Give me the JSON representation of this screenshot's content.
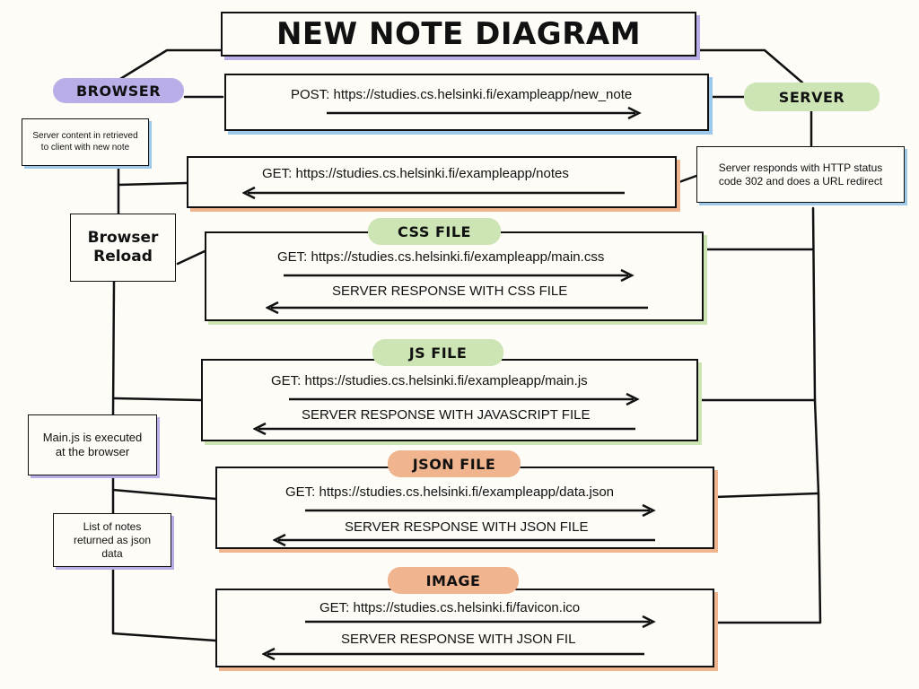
{
  "title": "NEW NOTE DIAGRAM",
  "labels": {
    "browser": "BROWSER",
    "server": "SERVER",
    "css_file": "CSS FILE",
    "js_file": "JS FILE",
    "json_file": "JSON FILE",
    "image": "IMAGE"
  },
  "notes": {
    "server_content": "Server content in retrieved to client with new note",
    "browser_reload": "Browser Reload",
    "server_responds": "Server responds with HTTP status code 302 and does a URL redirect",
    "main_js_executed": "Main.js is executed at the browser",
    "list_of_notes": "List of notes returned as json data"
  },
  "requests": {
    "post_new_note": "POST: https://studies.cs.helsinki.fi/exampleapp/new_note",
    "get_notes": "GET: https://studies.cs.helsinki.fi/exampleapp/notes",
    "get_css": "GET: https://studies.cs.helsinki.fi/exampleapp/main.css",
    "css_response": "SERVER RESPONSE WITH CSS FILE",
    "get_js": "GET: https://studies.cs.helsinki.fi/exampleapp/main.js",
    "js_response": "SERVER RESPONSE WITH JAVASCRIPT FILE",
    "get_json": "GET: https://studies.cs.helsinki.fi/exampleapp/data.json",
    "json_response": "SERVER RESPONSE WITH JSON FILE",
    "get_favicon": "GET: https://studies.cs.helsinki.fi/favicon.ico",
    "favicon_response": "SERVER RESPONSE WITH JSON FIL"
  },
  "colors": {
    "background": "#fdfcf7",
    "browser_accent": "#b9aee8",
    "server_accent": "#cde5b4",
    "css_accent": "#cde5b4",
    "js_accent": "#cde5b4",
    "json_accent": "#f0b48e",
    "image_accent": "#f0b48e",
    "notes_accent": "#9ec8ea"
  }
}
